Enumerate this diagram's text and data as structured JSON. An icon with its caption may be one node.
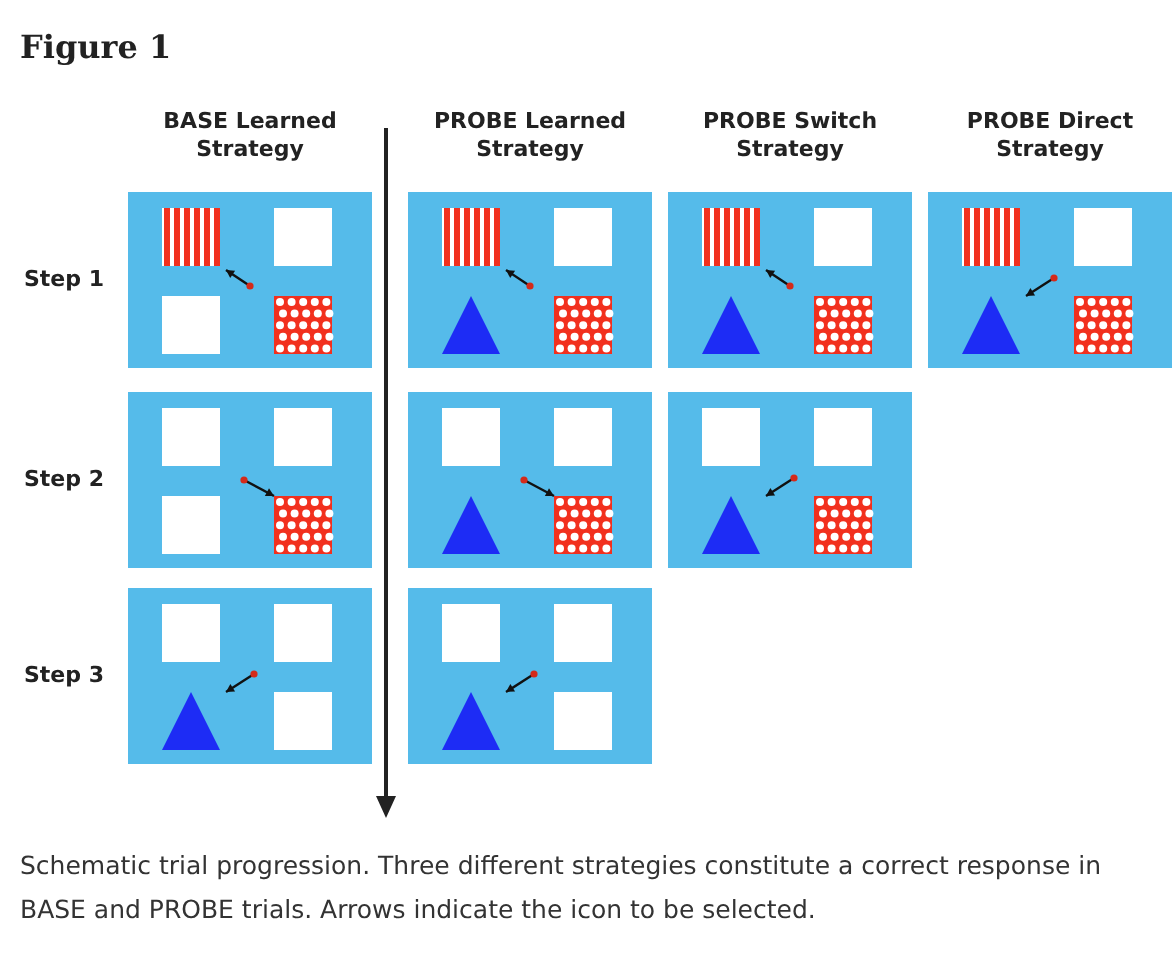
{
  "diagram": {
    "title": "Figure 1",
    "caption": "Schematic trial progression. Three different strategies constitute a correct response in BASE and PROBE trials. Arrows indicate the icon to be selected.",
    "labels": [
      "BASE Learned Strategy",
      "PROBE Learned Strategy",
      "PROBE Switch Strategy",
      "PROBE Direct Strategy",
      "Step 1",
      "Step 2",
      "Step 3"
    ]
  }
}
